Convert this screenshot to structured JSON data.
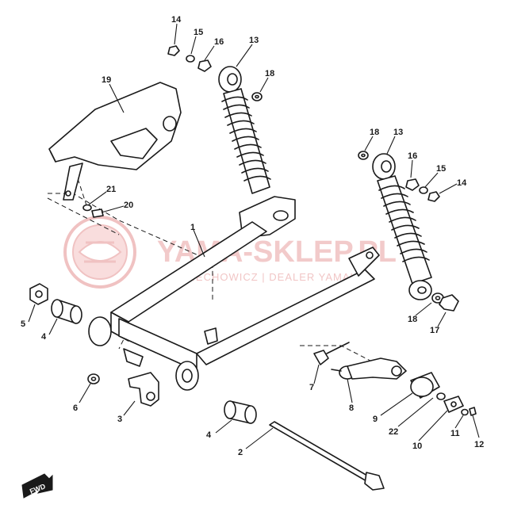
{
  "watermark": {
    "brand": "YAMA-SKLEP.PL",
    "subtitle": "KOJIECHOWICZ | DEALER YAMAHA"
  },
  "fwd_label": "FWD",
  "callouts": [
    {
      "id": "c14a",
      "text": "14"
    },
    {
      "id": "c15a",
      "text": "15"
    },
    {
      "id": "c16a",
      "text": "16"
    },
    {
      "id": "c13a",
      "text": "13"
    },
    {
      "id": "c18a",
      "text": "18"
    },
    {
      "id": "c19",
      "text": "19"
    },
    {
      "id": "c21",
      "text": "21"
    },
    {
      "id": "c20",
      "text": "20"
    },
    {
      "id": "c1",
      "text": "1"
    },
    {
      "id": "c18b",
      "text": "18"
    },
    {
      "id": "c13b",
      "text": "13"
    },
    {
      "id": "c16b",
      "text": "16"
    },
    {
      "id": "c15b",
      "text": "15"
    },
    {
      "id": "c14b",
      "text": "14"
    },
    {
      "id": "c5",
      "text": "5"
    },
    {
      "id": "c4a",
      "text": "4"
    },
    {
      "id": "c18c",
      "text": "18"
    },
    {
      "id": "c17",
      "text": "17"
    },
    {
      "id": "c6",
      "text": "6"
    },
    {
      "id": "c3",
      "text": "3"
    },
    {
      "id": "c7",
      "text": "7"
    },
    {
      "id": "c8",
      "text": "8"
    },
    {
      "id": "c9",
      "text": "9"
    },
    {
      "id": "c22",
      "text": "22"
    },
    {
      "id": "c10",
      "text": "10"
    },
    {
      "id": "c11",
      "text": "11"
    },
    {
      "id": "c12",
      "text": "12"
    },
    {
      "id": "c4b",
      "text": "4"
    },
    {
      "id": "c2",
      "text": "2"
    }
  ]
}
